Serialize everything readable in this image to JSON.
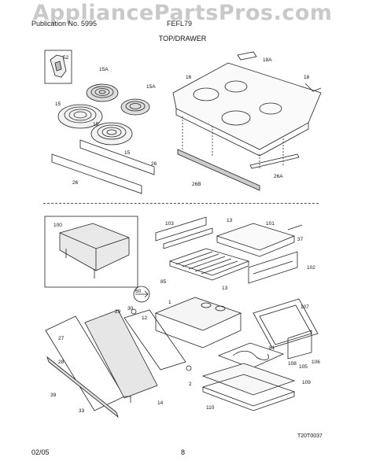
{
  "watermark": "AppliancePartsPros.com",
  "header": {
    "publication": "Publication No. 5995",
    "model": "FEFL79"
  },
  "section_title": "TOP/DRAWER",
  "callouts": [
    "52",
    "15A",
    "15A",
    "16",
    "18A",
    "18",
    "15",
    "15",
    "15",
    "26",
    "26",
    "26B",
    "26A",
    "100",
    "103",
    "13",
    "101",
    "37",
    "85",
    "102",
    "13",
    "60",
    "30",
    "1",
    "107",
    "29",
    "12",
    "81",
    "27",
    "28",
    "106",
    "105",
    "108",
    "109",
    "39",
    "33",
    "14",
    "2",
    "110"
  ],
  "figure_code": "T20T0037",
  "footer": {
    "date": "02/05",
    "page": "8"
  }
}
